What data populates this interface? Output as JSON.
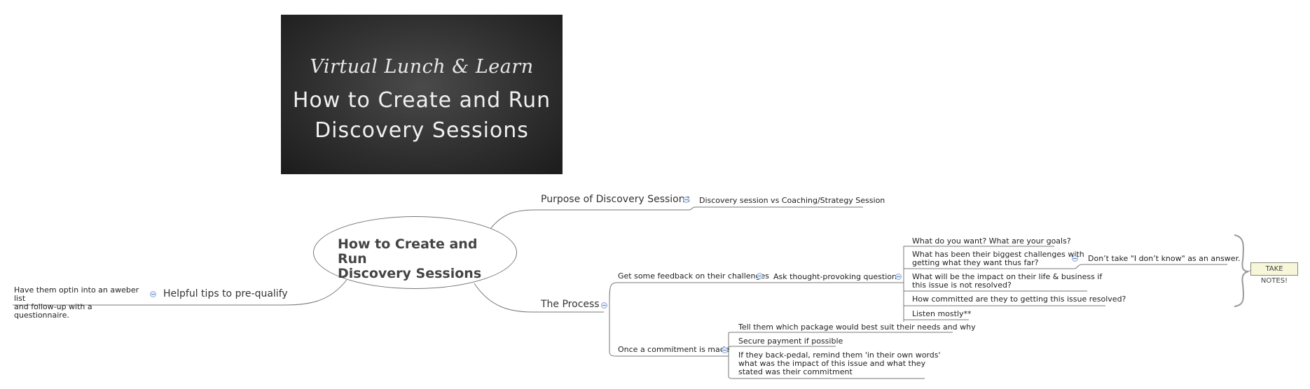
{
  "banner": {
    "line1": "Virtual Lunch & Learn",
    "line2": "How to Create and Run",
    "line3": "Discovery Sessions"
  },
  "central": {
    "line1": "How to Create and Run",
    "line2": "Discovery Sessions"
  },
  "purpose": {
    "label": "Purpose of Discovery Sessions",
    "child": "Discovery session vs Coaching/Strategy Session"
  },
  "tips": {
    "label": "Helpful tips to pre-qualify",
    "child_line1": "Have them optin into an aweber list",
    "child_line2": "and follow-up with a questionnaire."
  },
  "process": {
    "label": "The Process",
    "feedback": {
      "label": "Get some feedback on their challenges",
      "ask": {
        "label": "Ask thought-provoking questions",
        "questions": [
          {
            "line1": "What do you want? What are your goals?"
          },
          {
            "line1": "What has been their biggest challenges with",
            "line2": "getting what they want thus far?"
          },
          {
            "line1": "What will be the impact on their life & business if",
            "line2": "this issue is not resolved?"
          },
          {
            "line1": "How committed are they to getting this issue resolved?"
          },
          {
            "line1": "Listen mostly**"
          }
        ],
        "challenge_child": "Don’t take \"I don’t know\" as an answer.",
        "boundary_note": "TAKE NOTES!"
      }
    },
    "commitment": {
      "label": "Once a commitment is made",
      "items": [
        {
          "line1": "Tell them which package would best suit their needs and why"
        },
        {
          "line1": "Secure payment if possible"
        },
        {
          "line1": "If they back-pedal, remind them 'in their own words'",
          "line2": "what was the impact of this issue and what they",
          "line3": "stated was their commitment"
        }
      ]
    }
  },
  "colors": {
    "line": "#777777",
    "collapse_border": "#8aa8d8",
    "note_bg": "#f7f6d8"
  }
}
